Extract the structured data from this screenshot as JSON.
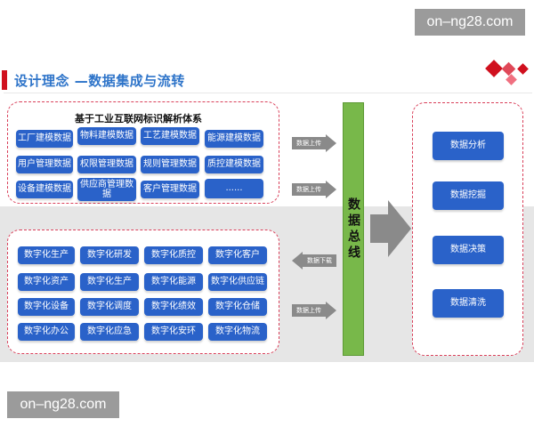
{
  "watermark": "on–ng28.com",
  "slide": {
    "title": "设计理念 —数据集成与流转"
  },
  "colors": {
    "accent_red": "#d0101e",
    "title_blue": "#2e74c9",
    "block_blue": "#2a62c9",
    "bus_green": "#78b84a",
    "arrow_gray": "#8a8a8a",
    "dash_pink": "#d9405a"
  },
  "model_group": {
    "title": "基于工业互联网标识解析体系",
    "blocks": [
      "工厂建模数据",
      "物料建模数据",
      "工艺建模数据",
      "能源建模数据",
      "用户管理数据",
      "权限管理数据",
      "规则管理数据",
      "质控建模数据",
      "设备建模数据",
      "供应商管理数据",
      "客户管理数据",
      "......"
    ]
  },
  "digital_group": {
    "blocks": [
      "数字化生产",
      "数字化研发",
      "数字化质控",
      "数字化客户",
      "数字化资产",
      "数字化生产",
      "数字化能源",
      "数字化供应链",
      "数字化设备",
      "数字化调度",
      "数字化绩效",
      "数字化仓储",
      "数字化办公",
      "数字化应急",
      "数字化安环",
      "数字化物流"
    ]
  },
  "arrows": {
    "up1": "数据上传",
    "up2": "数据上传",
    "down": "数据下载",
    "up3": "数据上传"
  },
  "bus": {
    "label": "数据总线"
  },
  "services": {
    "items": [
      "数据分析",
      "数据挖掘",
      "数据决策",
      "数据清洗"
    ]
  }
}
